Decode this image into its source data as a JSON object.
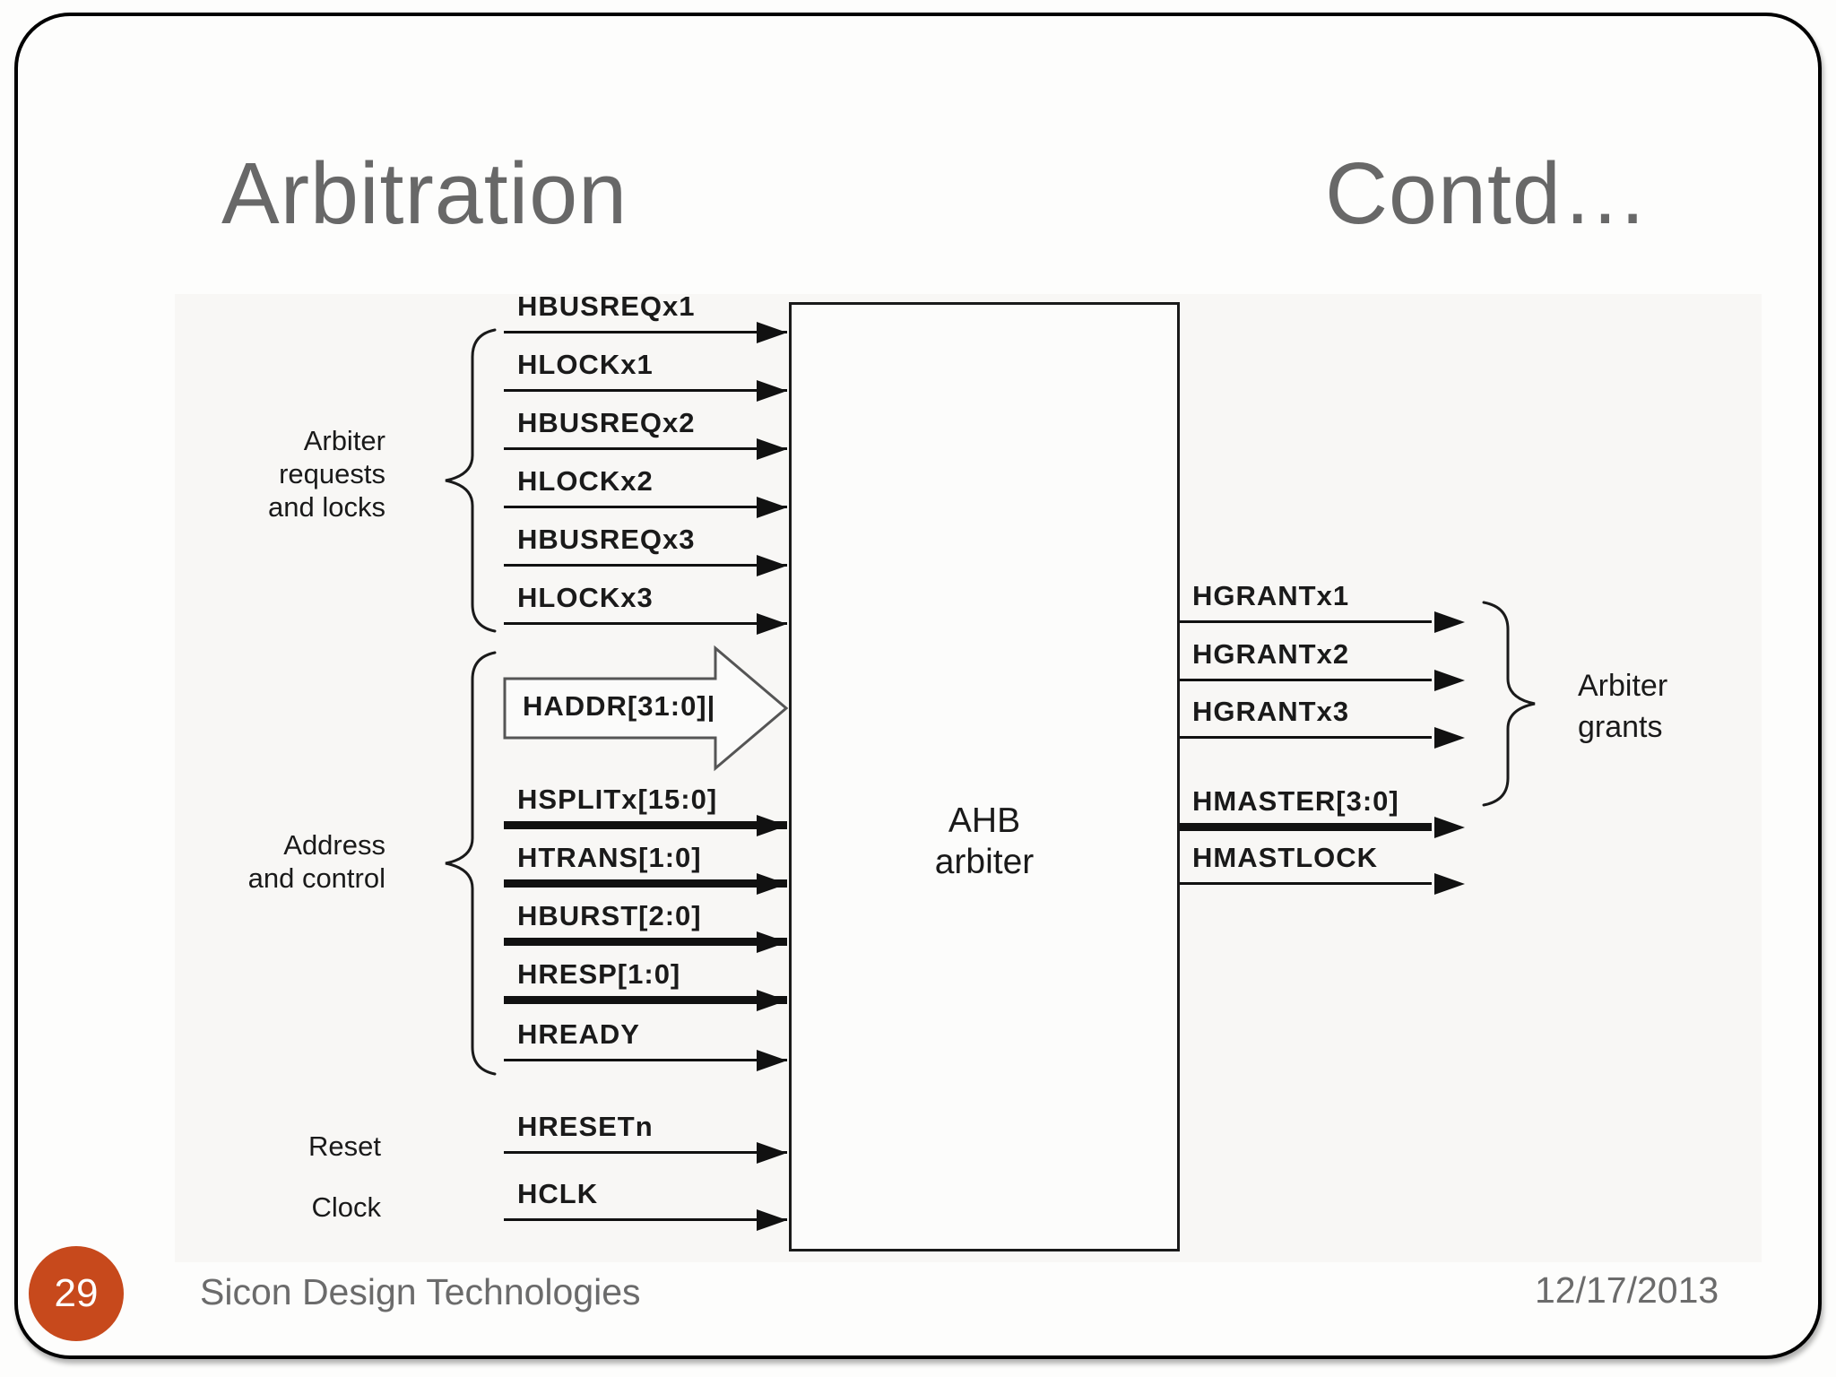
{
  "slide": {
    "title_left": "Arbitration",
    "title_right": "Contd…",
    "footer": {
      "page_number": "29",
      "company": "Sicon Design Technologies",
      "date": "12/17/2013"
    },
    "colors": {
      "accent": "#c7491c",
      "title_gray": "#686868",
      "ink": "#1a1a1a"
    }
  },
  "diagram": {
    "box": {
      "line1": "AHB",
      "line2": "arbiter"
    },
    "haddr": {
      "label": "HADDR[31:0]|"
    },
    "groups": {
      "requests_line1": "Arbiter",
      "requests_line2": "requests",
      "requests_line3": "and locks",
      "address_line1": "Address",
      "address_line2": "and control",
      "reset": "Reset",
      "clock": "Clock",
      "grants_line1": "Arbiter",
      "grants_line2": "grants"
    },
    "inputs": [
      {
        "label": "HBUSREQx1",
        "bus": false
      },
      {
        "label": "HLOCKx1",
        "bus": false
      },
      {
        "label": "HBUSREQx2",
        "bus": false
      },
      {
        "label": "HLOCKx2",
        "bus": false
      },
      {
        "label": "HBUSREQx3",
        "bus": false
      },
      {
        "label": "HLOCKx3",
        "bus": false
      },
      {
        "label": "HSPLITx[15:0]",
        "bus": true
      },
      {
        "label": "HTRANS[1:0]",
        "bus": true
      },
      {
        "label": "HBURST[2:0]",
        "bus": true
      },
      {
        "label": "HRESP[1:0]",
        "bus": true
      },
      {
        "label": "HREADY",
        "bus": false
      },
      {
        "label": "HRESETn",
        "bus": false
      },
      {
        "label": "HCLK",
        "bus": false
      }
    ],
    "outputs": [
      {
        "label": "HGRANTx1",
        "bus": false
      },
      {
        "label": "HGRANTx2",
        "bus": false
      },
      {
        "label": "HGRANTx3",
        "bus": false
      },
      {
        "label": "HMASTER[3:0]",
        "bus": true
      },
      {
        "label": "HMASTLOCK",
        "bus": false
      }
    ]
  }
}
